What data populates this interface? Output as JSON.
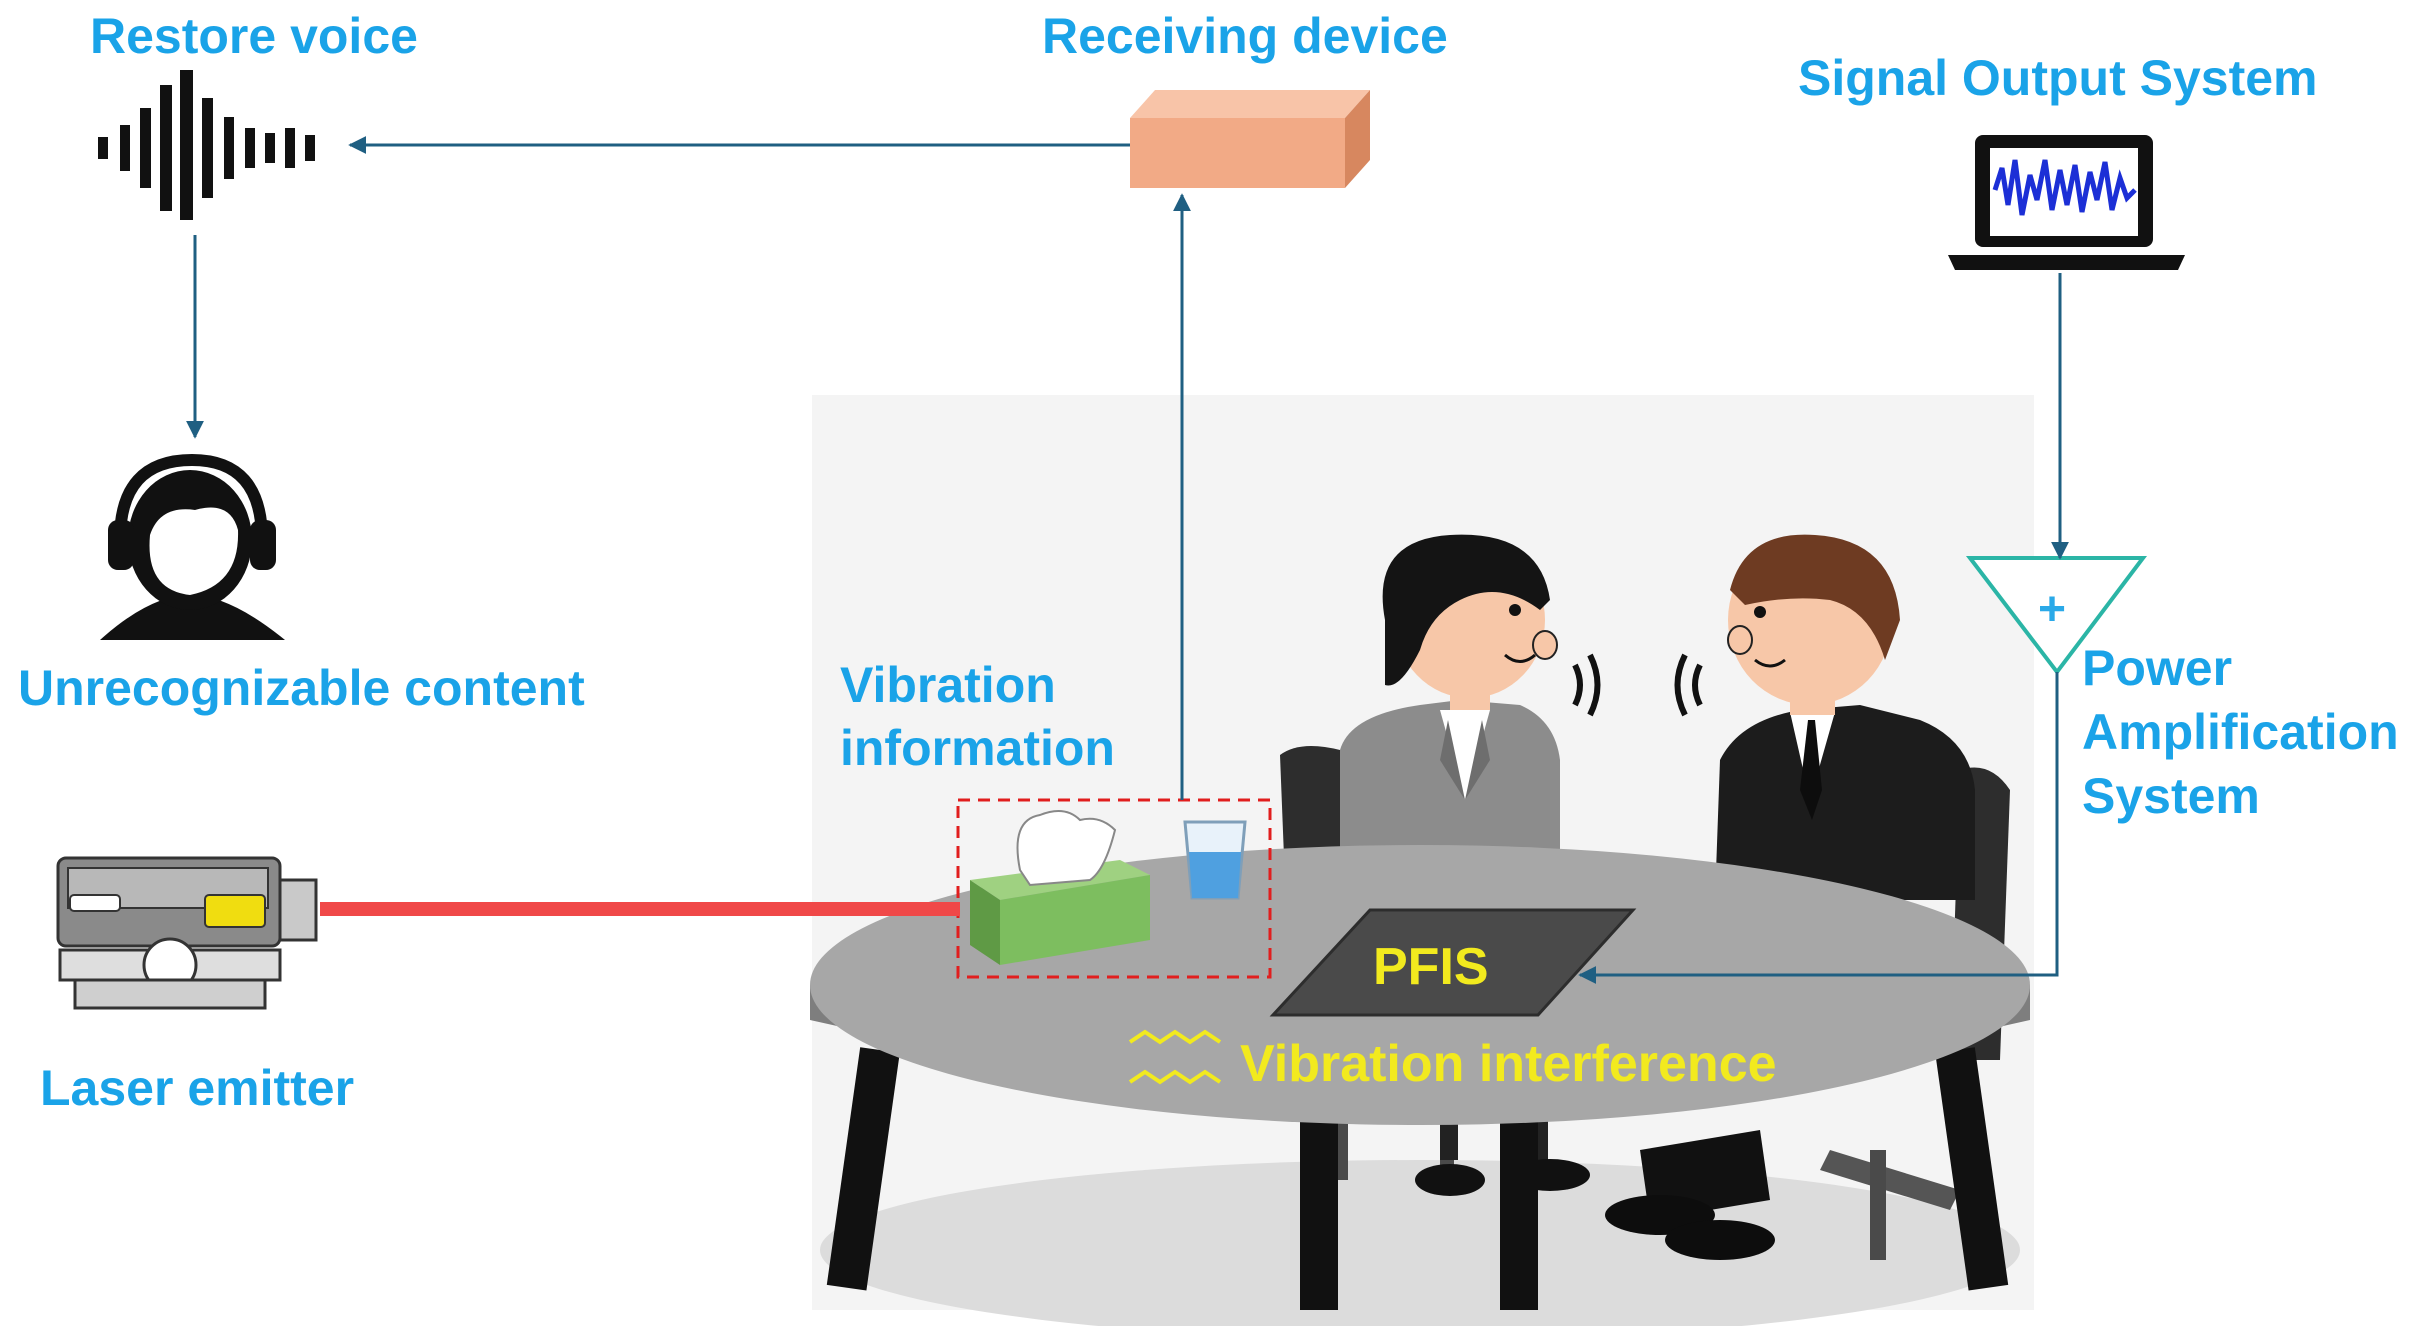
{
  "labels": {
    "restore_voice": "Restore voice",
    "receiving_device": "Receiving device",
    "signal_output_system": "Signal Output System",
    "unrecognizable_content": "Unrecognizable content",
    "vibration_information_line1": "Vibration",
    "vibration_information_line2": "information",
    "laser_emitter": "Laser emitter",
    "power_amp_line1": "Power",
    "power_amp_line2": "Amplification",
    "power_amp_line3": "System",
    "pfis": "PFIS",
    "vibration_interference": "Vibration interference",
    "amplifier_symbol": "+"
  },
  "colors": {
    "label_blue": "#1aa3e8",
    "arrow_blue": "#1f5f82",
    "highlight_yellow": "#f2ea1e",
    "laser_red": "#f04848",
    "device_box": "#f2aa86",
    "tissue_box": "#7dbe5f",
    "table_top": "#a7a7a7",
    "pfis_panel": "#4a4a4a"
  },
  "icons": [
    "sound-wave-icon",
    "headset-user-icon",
    "laptop-icon",
    "amplifier-triangle-icon",
    "laser-emitter-icon",
    "tissue-box-icon",
    "water-glass-icon"
  ]
}
